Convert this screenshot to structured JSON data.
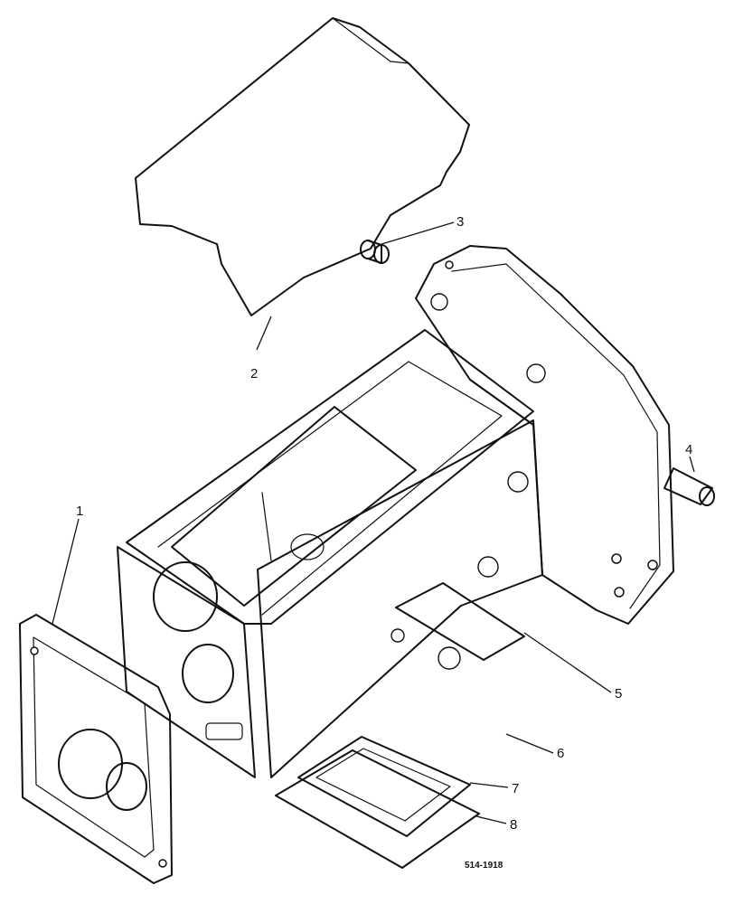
{
  "diagram": {
    "callouts": {
      "part1": "1",
      "part2": "2",
      "part3": "3",
      "part4": "4",
      "part5": "5",
      "part6": "6",
      "part7": "7",
      "part8": "8"
    },
    "reference_code": "514-1918"
  }
}
